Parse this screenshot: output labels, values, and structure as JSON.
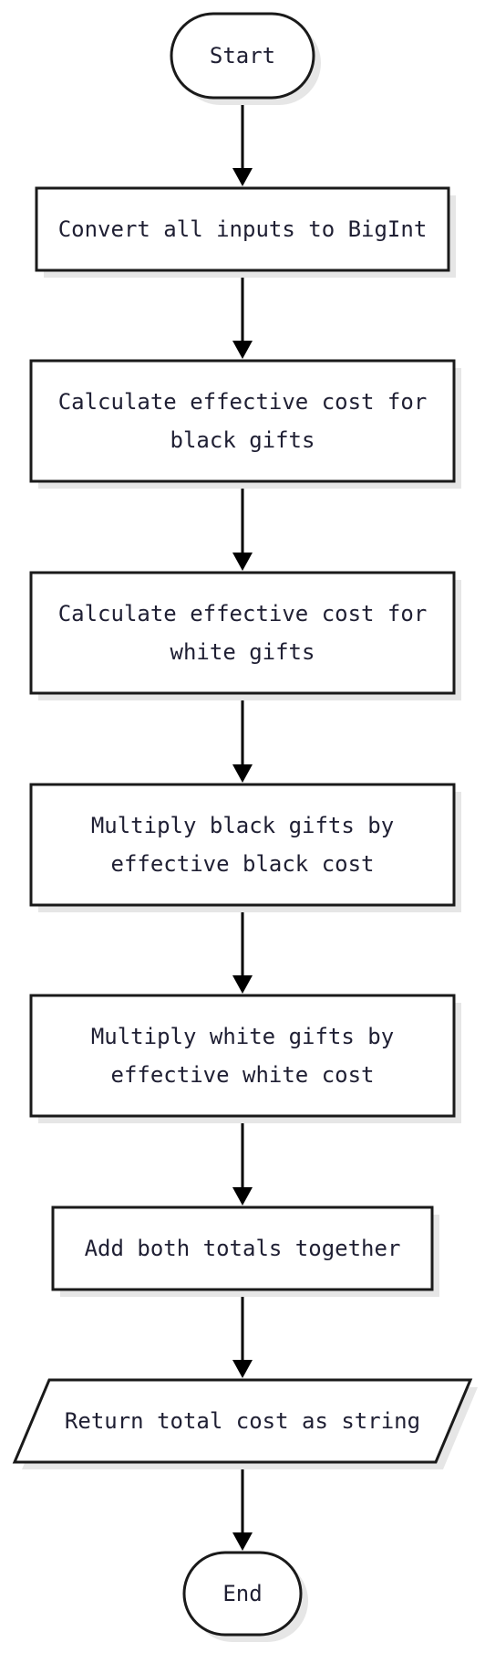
{
  "flowchart": {
    "nodes": [
      {
        "id": "start",
        "shape": "terminal",
        "lines": [
          "Start"
        ]
      },
      {
        "id": "convert",
        "shape": "process",
        "lines": [
          "Convert all inputs to BigInt"
        ]
      },
      {
        "id": "calc_black",
        "shape": "process",
        "lines": [
          "Calculate effective cost for",
          "black gifts"
        ]
      },
      {
        "id": "calc_white",
        "shape": "process",
        "lines": [
          "Calculate effective cost for",
          "white gifts"
        ]
      },
      {
        "id": "mult_black",
        "shape": "process",
        "lines": [
          "Multiply black gifts by",
          "effective black cost"
        ]
      },
      {
        "id": "mult_white",
        "shape": "process",
        "lines": [
          "Multiply white gifts by",
          "effective white cost"
        ]
      },
      {
        "id": "add",
        "shape": "process",
        "lines": [
          "Add both totals together"
        ]
      },
      {
        "id": "return",
        "shape": "io",
        "lines": [
          "Return total cost as string"
        ]
      },
      {
        "id": "end",
        "shape": "terminal",
        "lines": [
          "End"
        ]
      }
    ],
    "edges": [
      {
        "from": "start",
        "to": "convert"
      },
      {
        "from": "convert",
        "to": "calc_black"
      },
      {
        "from": "calc_black",
        "to": "calc_white"
      },
      {
        "from": "calc_white",
        "to": "mult_black"
      },
      {
        "from": "mult_black",
        "to": "mult_white"
      },
      {
        "from": "mult_white",
        "to": "add"
      },
      {
        "from": "add",
        "to": "return"
      },
      {
        "from": "return",
        "to": "end"
      }
    ]
  }
}
